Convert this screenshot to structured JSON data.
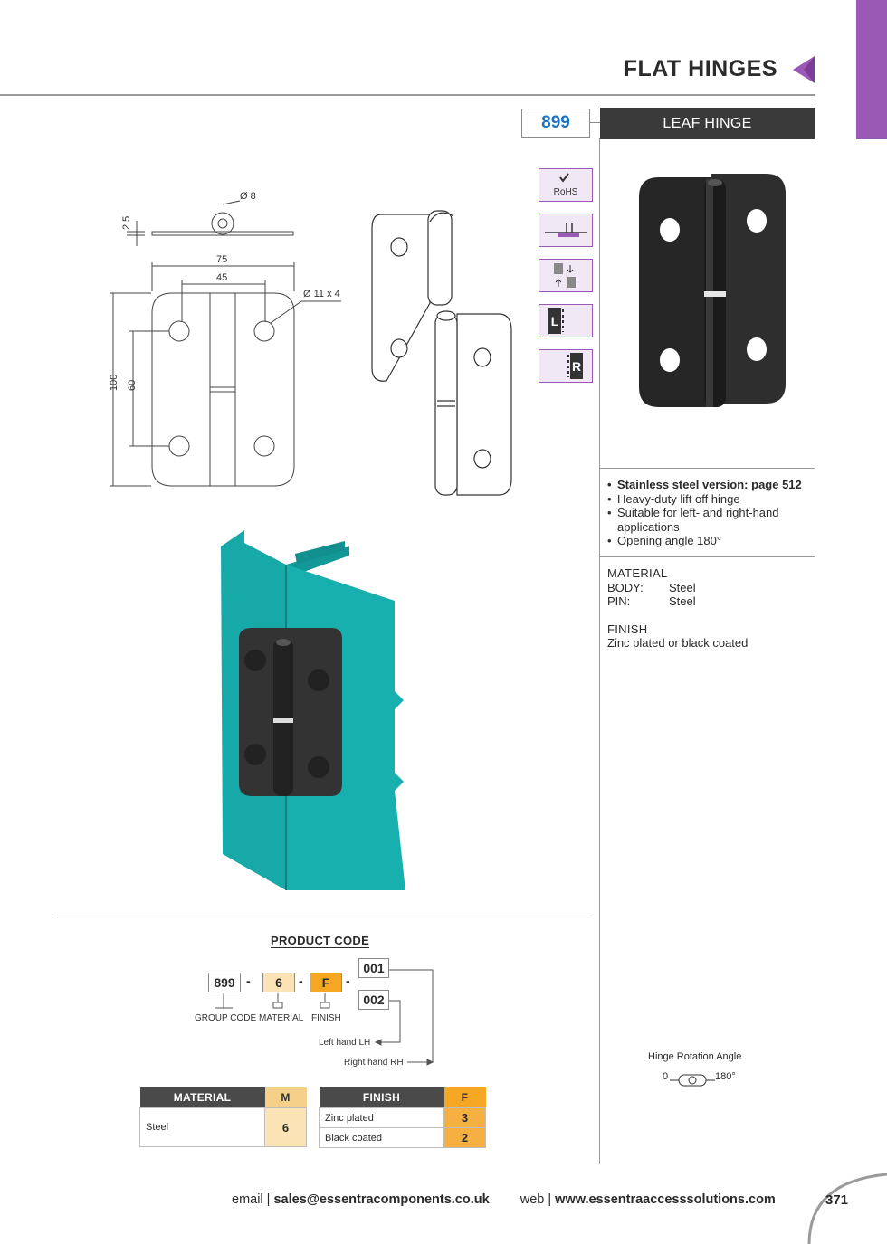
{
  "header": {
    "title": "FLAT HINGES",
    "accent_color": "#9b59b6"
  },
  "product": {
    "code": "899",
    "name": "LEAF HINGE"
  },
  "icons": [
    "rohs-icon",
    "flush-mount-icon",
    "lift-off-icon",
    "left-hand-icon",
    "right-hand-icon"
  ],
  "icon_texts": {
    "rohs": "RoHS",
    "left": "L",
    "right": "R"
  },
  "drawing": {
    "dims": {
      "thickness": "2.5",
      "pin_dia": "Ø 8",
      "width": "75",
      "hole_spacing_h": "45",
      "hole_dia": "Ø 11 x 4",
      "height": "100",
      "hole_spacing_v": "60"
    }
  },
  "features": [
    "Stainless steel version: page 512",
    "Heavy-duty lift off hinge",
    "Suitable for left- and right-hand applications",
    "Opening angle 180°"
  ],
  "material": {
    "heading": "MATERIAL",
    "rows": [
      {
        "key": "BODY:",
        "value": "Steel"
      },
      {
        "key": "PIN:",
        "value": "Steel"
      }
    ]
  },
  "finish": {
    "heading": "FINISH",
    "text": "Zinc plated or black coated"
  },
  "product_code": {
    "title": "PRODUCT CODE",
    "group": "899",
    "material": "6",
    "finish": "F",
    "hand_options": [
      "001",
      "002"
    ],
    "dash": "-",
    "labels": {
      "group": "GROUP CODE",
      "material": "MATERIAL",
      "finish": "FINISH",
      "left": "Left hand LH",
      "right": "Right hand RH"
    }
  },
  "material_table": {
    "headers": [
      "MATERIAL",
      "M"
    ],
    "rows": [
      [
        "Steel",
        "6"
      ]
    ]
  },
  "finish_table": {
    "headers": [
      "FINISH",
      "F"
    ],
    "rows": [
      [
        "Zinc plated",
        "3"
      ],
      [
        "Black coated",
        "2"
      ]
    ]
  },
  "rotation": {
    "label": "Hinge Rotation Angle",
    "start": "0",
    "end": "180°"
  },
  "footer": {
    "email_label": "email | ",
    "email": "sales@essentracomponents.co.uk",
    "web_label": "web | ",
    "web": "www.essentraaccesssolutions.com",
    "page_number": "371"
  }
}
